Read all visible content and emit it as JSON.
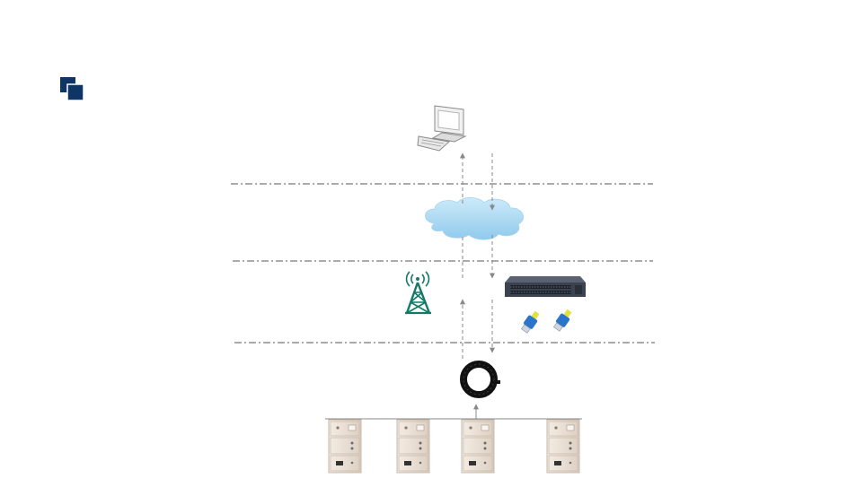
{
  "slide": {
    "logo_icon": "overlapping-squares-icon",
    "accent_color": "#0f3566"
  },
  "layers": [
    {
      "role": "application-layer",
      "icon": "desktop-computer-icon"
    },
    {
      "role": "network-layer",
      "icon": "cloud-icon"
    },
    {
      "role": "communication-layer",
      "icons": [
        "wireless-tower-icon",
        "network-switch-icon",
        "fiber-connector-icon"
      ]
    },
    {
      "role": "sensing-layer",
      "icon": "current-sensor-ring-icon"
    },
    {
      "role": "equipment-layer",
      "icon": "switchgear-cabinet-icon",
      "count": 4
    }
  ],
  "colors": {
    "divider": "#555555",
    "arrow": "#888888",
    "cloud": "#a9d8f2",
    "tower": "#137a67",
    "switch": "#3b4250",
    "fiber": "#e2e23a",
    "cabinet": "#eaded2"
  }
}
